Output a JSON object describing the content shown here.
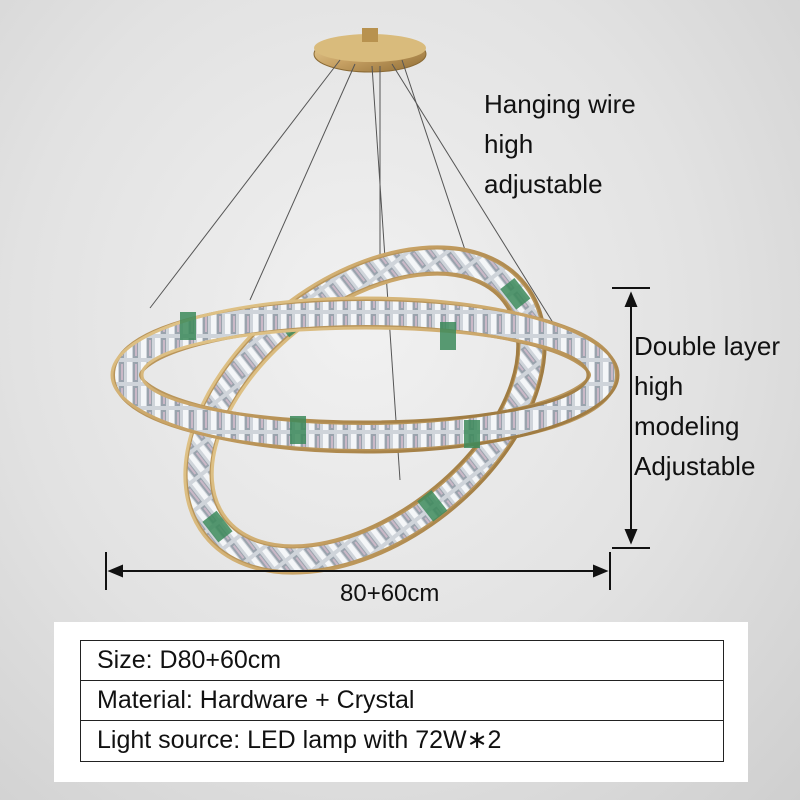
{
  "annotations": {
    "hanging_wire": [
      "Hanging wire",
      "high",
      "adjustable"
    ],
    "double_layer": [
      "Double layer",
      "high",
      "modeling",
      "Adjustable"
    ],
    "width_dimension": "80+60cm"
  },
  "specs": [
    "Size: D80+60cm",
    "Material: Hardware + Crystal",
    "Light source: LED lamp with 72W∗2"
  ],
  "colors": {
    "background": "#e2e2e2",
    "gold_metal": "#c6a063",
    "crystal": "#d9dde2",
    "accent_green": "#3c8a5a"
  },
  "icons": [
    "ceiling-canopy",
    "crystal-ring-chandelier",
    "dimension-arrow"
  ]
}
